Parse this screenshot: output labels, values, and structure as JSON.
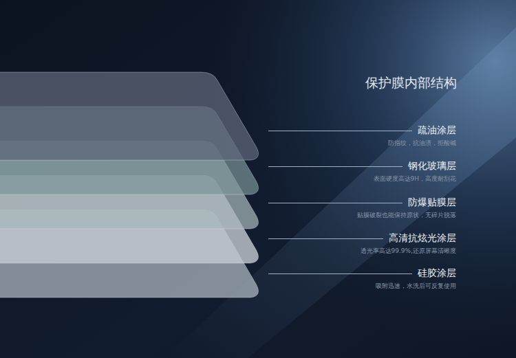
{
  "diagram": {
    "title": "保护膜内部结构",
    "labels": [
      "疏油涂层",
      "防指纹，抗油渍，拒酸碱",
      "钢化玻璃层",
      "表面硬度高达9H，高度耐刮花",
      "防爆贴膜层",
      "贴膜破裂也能保持原状，无碎片脱落",
      "高清抗炫光涂层",
      "透光率高达99.9%,还原屏幕清晰度",
      "硅胶涂层",
      "吸附迅速，水洗后可反复使用"
    ]
  }
}
